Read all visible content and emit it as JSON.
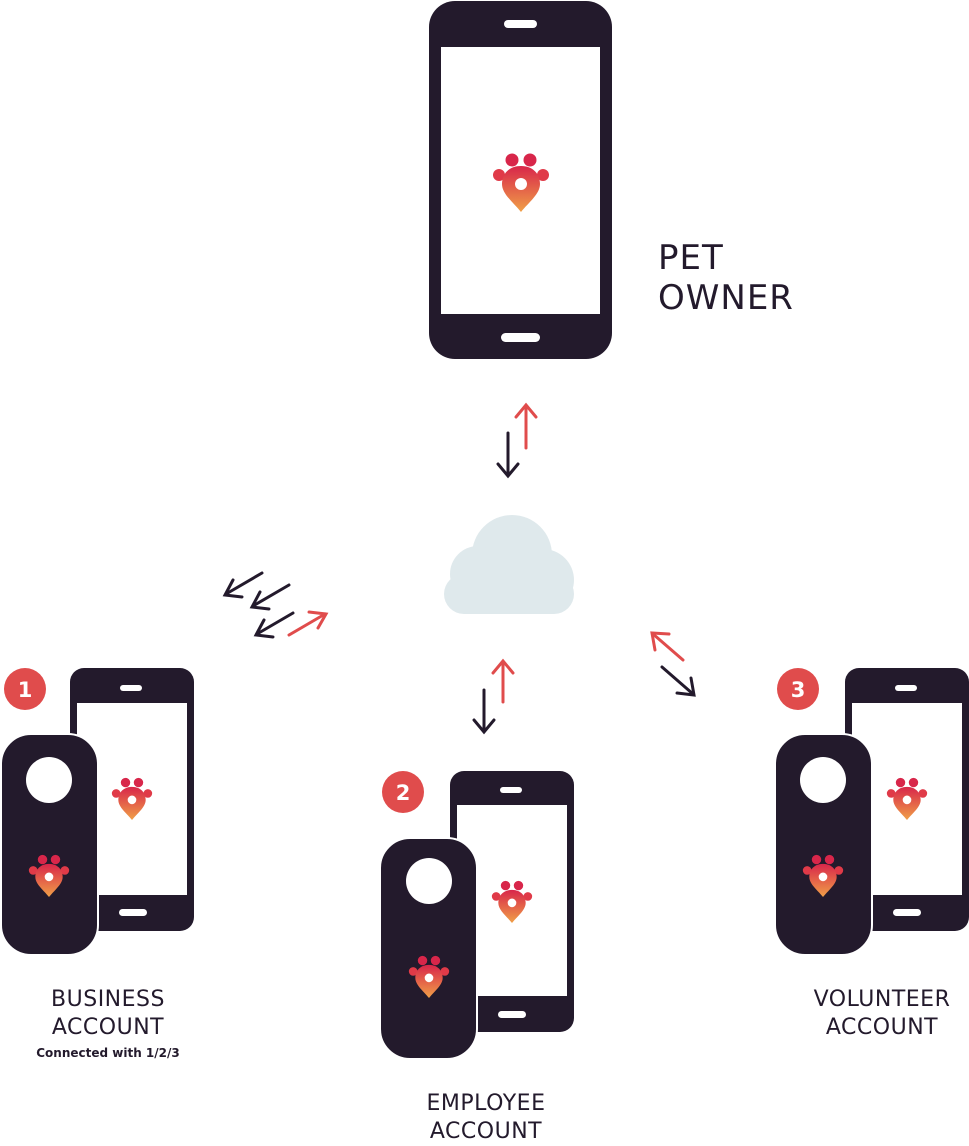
{
  "nodes": {
    "pet_owner": {
      "line1": "PET",
      "line2": "OWNER"
    },
    "business": {
      "line1": "BUSINESS",
      "line2": "ACCOUNT",
      "note": "Connected with 1/2/3",
      "badge": "1"
    },
    "employee": {
      "line1": "EMPLOYEE",
      "line2": "ACCOUNT",
      "badge": "2"
    },
    "volunteer": {
      "line1": "VOLUNTEER",
      "line2": "ACCOUNT",
      "badge": "3"
    }
  },
  "colors": {
    "device": "#231a2c",
    "accent": "#e04c4c",
    "cloud": "#dfe9ec",
    "logo_top": "#d8264a",
    "logo_bottom": "#f0a048"
  },
  "icons": [
    "smartphone-icon",
    "pet-tracker-icon",
    "paw-location-icon",
    "cloud-icon",
    "arrow-icon"
  ]
}
